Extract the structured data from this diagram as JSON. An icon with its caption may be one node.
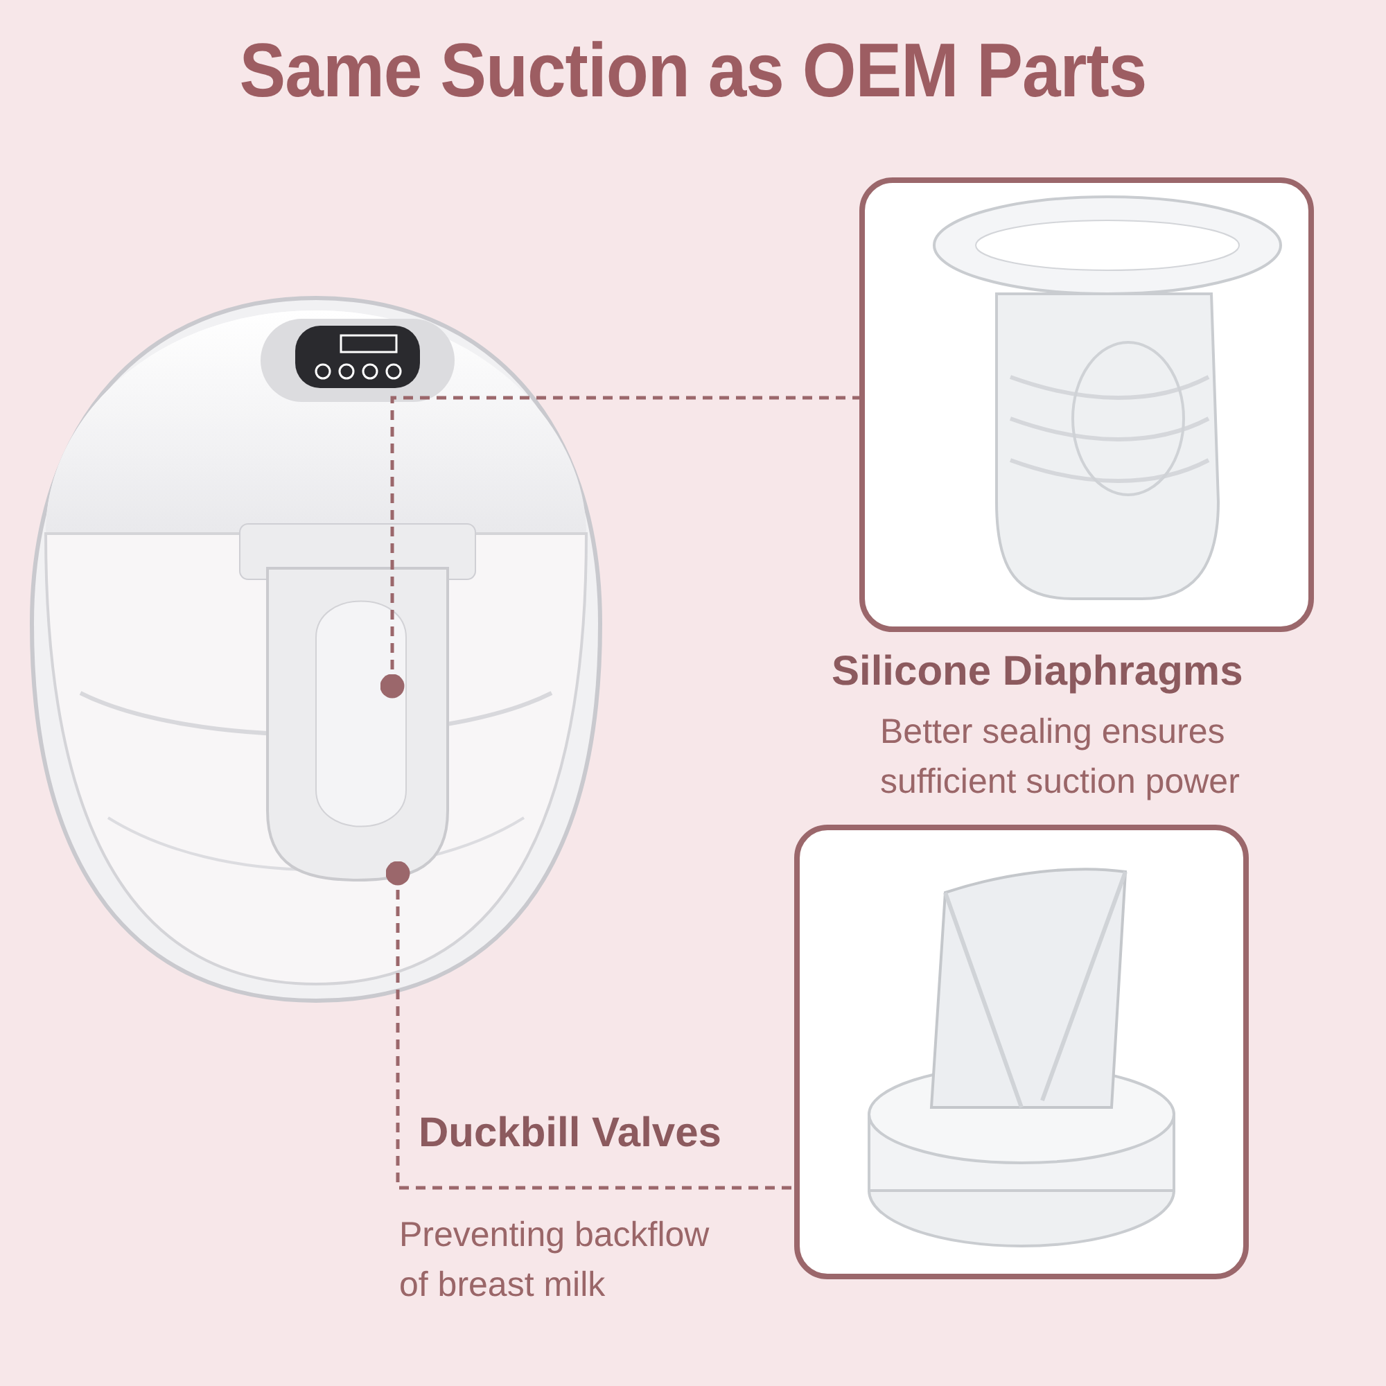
{
  "diagram": {
    "title": "Same Suction as OEM Parts",
    "nodes": [
      {
        "text": [],
        "shape": "picture"
      },
      {
        "text": [
          "Silicone Diaphragms",
          "Better sealing ensures sufficient suction power"
        ]
      },
      {
        "text": [
          "Duckbill Valves",
          "Preventing backflow of breast milk"
        ]
      }
    ],
    "edges": [
      {
        "from": 0,
        "to": 1,
        "arrow": "other",
        "style": "dashed"
      },
      {
        "from": 0,
        "to": 2,
        "arrow": "other",
        "style": "dashed"
      }
    ]
  }
}
